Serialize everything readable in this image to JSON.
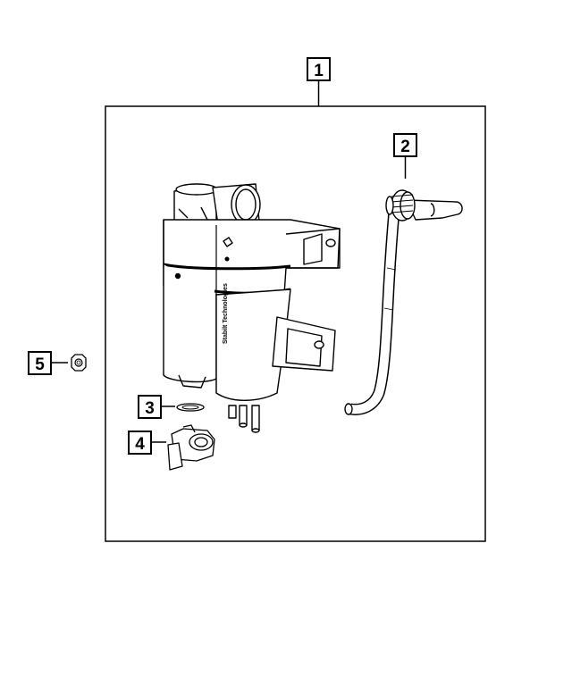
{
  "callouts": [
    {
      "id": "1",
      "label": "1"
    },
    {
      "id": "2",
      "label": "2"
    },
    {
      "id": "3",
      "label": "3"
    },
    {
      "id": "4",
      "label": "4"
    },
    {
      "id": "5",
      "label": "5"
    }
  ],
  "parts": {
    "canister_brand_text": "Stabilt Technologies"
  },
  "colors": {
    "line": "#000000",
    "background": "#ffffff"
  }
}
